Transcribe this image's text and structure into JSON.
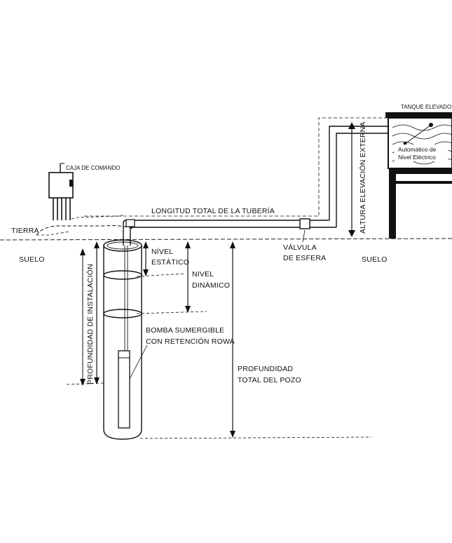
{
  "labels": {
    "tank": "TANQUE ELEVADO",
    "auto_level_1": "Automático de",
    "auto_level_2": "Nivel Eléctrico",
    "control_box": "CAJA DE COMANDO",
    "ground_top": "TIERRA",
    "soil_left": "SUELO",
    "soil_right": "SUELO",
    "pipe_length": "LONGITUD TOTAL DE LA TUBERÍA",
    "external_height": "ALTURA ELEVACIÓN EXTERNA",
    "valve_1": "VÁLVULA",
    "valve_2": "DE ESFERA",
    "static_1": "NÍVEL",
    "static_2": "ESTÁTICO",
    "dynamic_1": "NIVEL",
    "dynamic_2": "DINÁMICO",
    "install_depth": "PROFUNDIDAD DE INSTALACIÓN",
    "pump_1": "BOMBA SUMERGIBLE",
    "pump_2": "CON RETENCIÓN ROWA",
    "total_depth_1": "PROFUNDIDAD",
    "total_depth_2": "TOTAL DEL POZO"
  }
}
